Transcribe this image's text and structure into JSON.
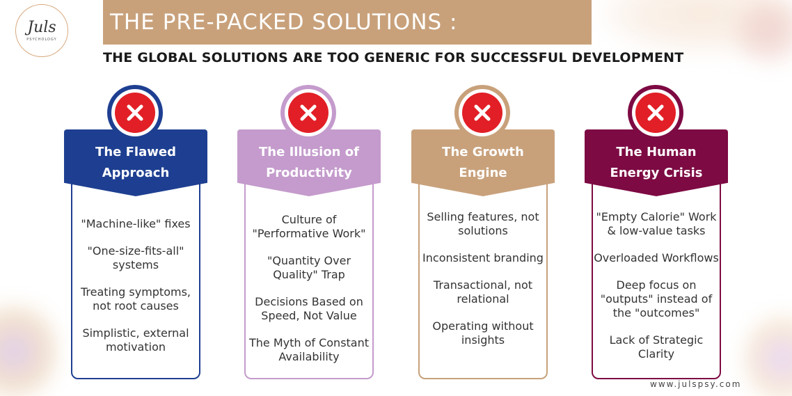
{
  "logo": {
    "script": "Juls",
    "sub": "PSYCHOLOGY"
  },
  "title": "THE PRE-PACKED SOLUTIONS :",
  "subtitle": "THE GLOBAL SOLUTIONS ARE TOO GENERIC FOR SUCCESSFUL DEVELOPMENT",
  "colors": {
    "title_band": "#c8a17b",
    "card1": "#1e3f91",
    "card2": "#c49bcc",
    "card3": "#c8a17b",
    "card4": "#7d0a43",
    "x_mark": "#e21f26"
  },
  "cards": [
    {
      "title": "The Flawed Approach",
      "icon": "close-icon",
      "items": [
        "\"Machine-like\" fixes",
        "\"One-size-fits-all\" systems",
        "Treating symptoms, not root causes",
        "Simplistic, external motivation"
      ]
    },
    {
      "title": "The Illusion of Productivity",
      "icon": "close-icon",
      "items": [
        "Culture of \"Performative Work\"",
        "\"Quantity Over Quality\" Trap",
        "Decisions Based on Speed, Not Value",
        "The Myth of Constant Availability"
      ]
    },
    {
      "title": "The Growth Engine",
      "icon": "close-icon",
      "items": [
        "Selling features, not solutions",
        "Inconsistent branding",
        "Transactional, not relational",
        "Operating without insights"
      ]
    },
    {
      "title": "The Human Energy Crisis",
      "icon": "close-icon",
      "items": [
        "\"Empty Calorie\" Work & low-value tasks",
        "Overloaded Workflows",
        "Deep focus on \"outputs\" instead of the \"outcomes\"",
        "Lack of Strategic Clarity"
      ]
    }
  ],
  "footer_url": "www.julspsy.com"
}
